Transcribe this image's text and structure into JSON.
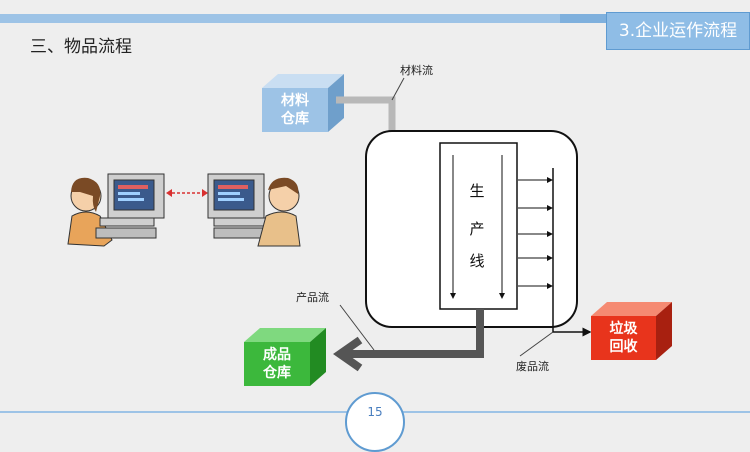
{
  "header": {
    "page_title": "三、物品流程",
    "section_tag": "3.企业运作流程"
  },
  "diagram": {
    "material_warehouse": "材料\n仓库",
    "material_flow": "材料流",
    "production_line": [
      "生",
      "产",
      "线"
    ],
    "product_flow": "产品流",
    "finished_warehouse": "成品\n仓库",
    "waste_flow": "废品流",
    "recycle": "垃圾\n回收"
  },
  "colors": {
    "material_box": "#9dc3e6",
    "finished_box": "#3cb83c",
    "recycle_box": "#e8341c"
  },
  "footer": {
    "page_number": "15"
  }
}
